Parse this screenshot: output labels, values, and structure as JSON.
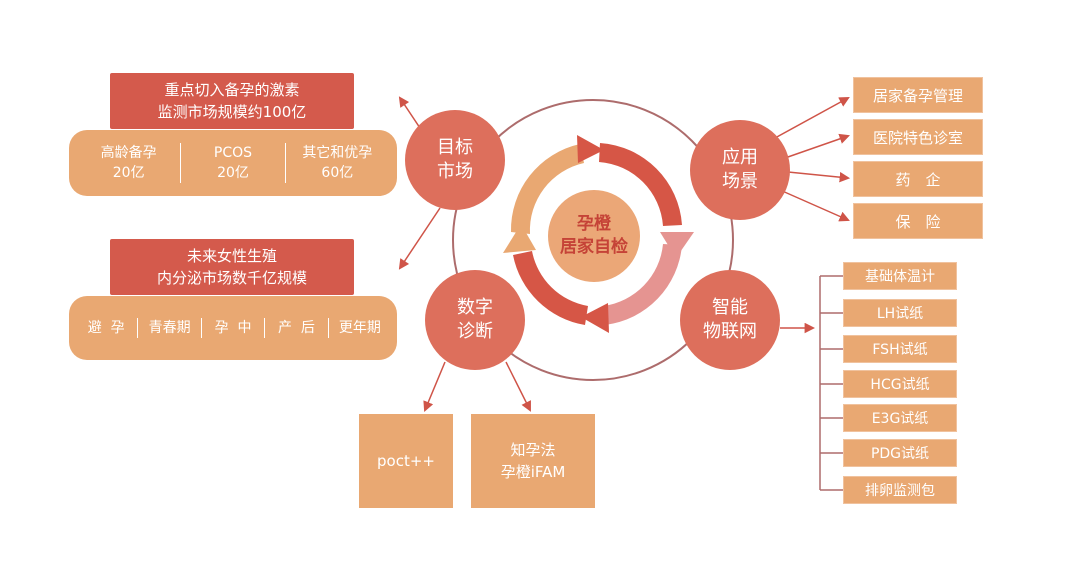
{
  "center": {
    "line1": "孕橙",
    "line2": "居家自检"
  },
  "nodes": {
    "target_market": {
      "line1": "目标",
      "line2": "市场"
    },
    "application": {
      "line1": "应用",
      "line2": "场景"
    },
    "digital_diagnosis": {
      "line1": "数字",
      "line2": "诊断"
    },
    "smart_iot": {
      "line1": "智能",
      "line2": "物联网"
    }
  },
  "market_block_1": {
    "header_line1": "重点切入备孕的激素",
    "header_line2": "监测市场规模约100亿",
    "segments": [
      {
        "line1": "高龄备孕",
        "line2": "20亿"
      },
      {
        "line1": "PCOS",
        "line2": "20亿"
      },
      {
        "line1": "其它和优孕",
        "line2": "60亿"
      }
    ]
  },
  "market_block_2": {
    "header_line1": "未来女性生殖",
    "header_line2": "内分泌市场数千亿规模",
    "segments": [
      "避  孕",
      "青春期",
      "孕  中",
      "产  后",
      "更年期"
    ]
  },
  "applications": [
    "居家备孕管理",
    "医院特色诊室",
    "药　企",
    "保　险"
  ],
  "iot_items": [
    "基础体温计",
    "LH试纸",
    "FSH试纸",
    "HCG试纸",
    "E3G试纸",
    "PDG试纸",
    "排卵监测包"
  ],
  "diagnosis_boxes": [
    {
      "line1": "poct++",
      "line2": ""
    },
    {
      "line1": "知孕法",
      "line2": "孕橙iFAM"
    }
  ],
  "colors": {
    "red": "#d45a4c",
    "node_red": "#dd6f5c",
    "orange": "#e9a872",
    "ring_grey": "#ad6c6c",
    "arrow_red": "#cf5448"
  }
}
